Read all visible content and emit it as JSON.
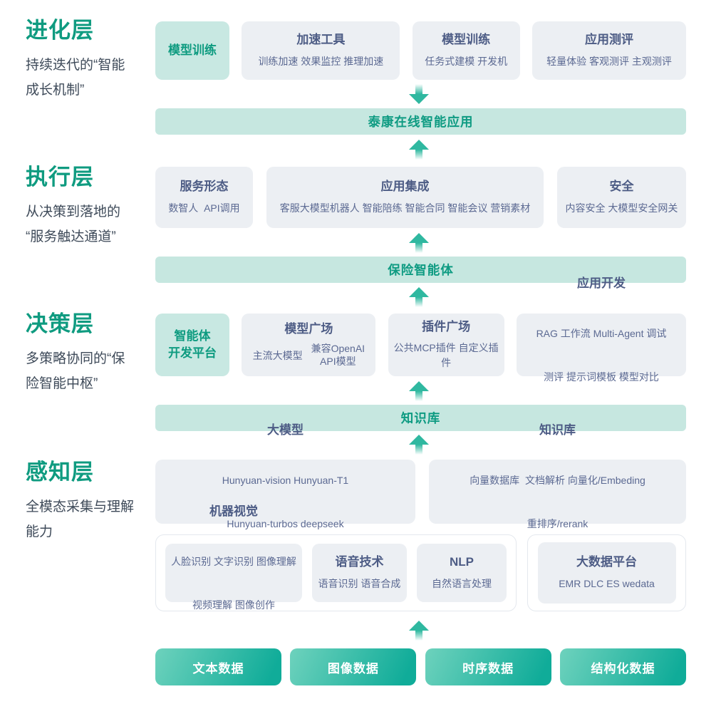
{
  "colors": {
    "accent_green": "#0f9b80",
    "banner_bg": "#c6e7e0",
    "green_card_bg": "#c8e8e2",
    "gray_card_bg": "#eceff3",
    "card_title_text": "#4d5c85",
    "card_sub_text": "#5b6992",
    "layer_sub_text": "#3e4a59",
    "arrow_teal": "#2fb8a0",
    "button_gradient_start": "#6ed2bd",
    "button_gradient_end": "#10ac99"
  },
  "sections": {
    "evolution": {
      "title": "进化层",
      "sub1": "持续迭代的“智能",
      "sub2": "成长机制”"
    },
    "execution": {
      "title": "执行层",
      "sub1": "从决策到落地的",
      "sub2": "“服务触达通道”"
    },
    "decision": {
      "title": "决策层",
      "sub1": "多策略协同的“保",
      "sub2": "险智能中枢”"
    },
    "perception": {
      "title": "感知层",
      "sub1": "全模态采集与理解",
      "sub2": "能力"
    }
  },
  "banners": {
    "taikang_app": "泰康在线智能应用",
    "insurance_agent": "保险智能体",
    "knowledge_base": "知识库"
  },
  "row_evolution": {
    "highlight_card": "模型训练",
    "accel_tools": {
      "title": "加速工具",
      "sub": "训练加速 效果监控 推理加速"
    },
    "model_training": {
      "title": "模型训练",
      "sub": "任务式建模 开发机"
    },
    "app_eval": {
      "title": "应用测评",
      "sub": "轻量体验 客观测评 主观测评"
    }
  },
  "row_execution": {
    "service_form": {
      "title": "服务形态",
      "sub": "数智人  API调用"
    },
    "app_integration": {
      "title": "应用集成",
      "sub": "客服大模型机器人 智能陪练 智能合同 智能会议 营销素材"
    },
    "security": {
      "title": "安全",
      "sub": "内容安全 大模型安全网关"
    }
  },
  "row_decision": {
    "agent_platform": {
      "line1": "智能体",
      "line2": "开发平台"
    },
    "model_square": {
      "title": "模型广场",
      "sub_left": "主流大模型",
      "sub_right1": "兼容OpenAI",
      "sub_right2": "API模型"
    },
    "plugin_square": {
      "title": "插件广场",
      "sub": "公共MCP插件 自定义插件"
    },
    "app_dev": {
      "title": "应用开发",
      "sub1": "RAG 工作流 Multi-Agent 调试",
      "sub2": "测评 提示词模板 模型对比"
    }
  },
  "row_perception": {
    "llm": {
      "title": "大模型",
      "sub1": "Hunyuan-vision Hunyuan-T1",
      "sub2": "Hunyuan-turbos deepseek"
    },
    "kb": {
      "title": "知识库",
      "sub1": "向量数据库  文档解析 向量化/Embeding",
      "sub2": "重排序/rerank"
    },
    "cv": {
      "title": "机器视觉",
      "sub1": "人脸识别 文字识别 图像理解",
      "sub2": "视频理解 图像创作"
    },
    "speech": {
      "title": "语音技术",
      "sub": "语音识别 语音合成"
    },
    "nlp": {
      "title": "NLP",
      "sub": "自然语言处理"
    },
    "bigdata": {
      "title": "大数据平台",
      "sub": "EMR DLC ES wedata"
    }
  },
  "data_sources": [
    "文本数据",
    "图像数据",
    "时序数据",
    "结构化数据"
  ]
}
